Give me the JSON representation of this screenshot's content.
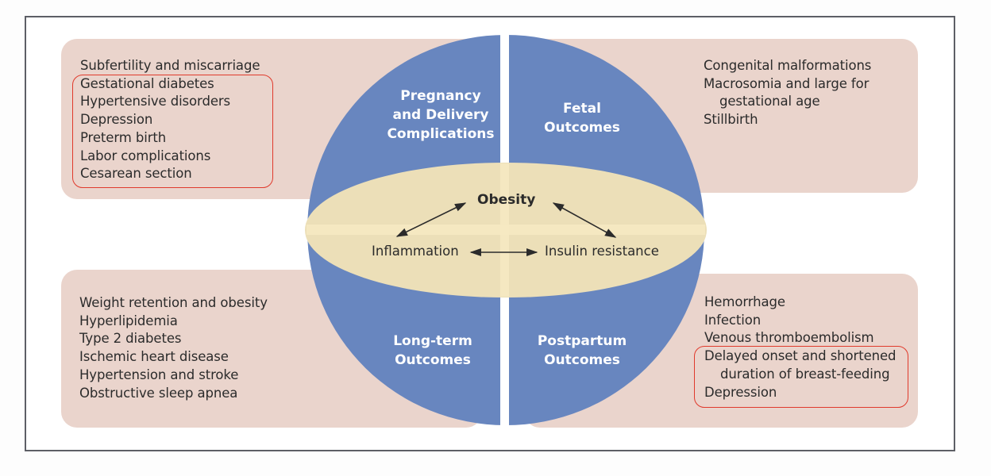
{
  "colors": {
    "panel": "#ead4cc",
    "quadrant": "#6886bf",
    "ellipse": "#ecdfb8",
    "ellipse_band": "#f6e9c2",
    "highlight_box": "#e03a2c",
    "text": "#2b2b2b",
    "frame": "#5d5f66"
  },
  "center": {
    "label": "Obesity",
    "mechanisms": {
      "inflammation": "Inflammation",
      "insulin_resistance": "Insulin resistance"
    },
    "arrows": [
      {
        "from": "Obesity",
        "to": "Inflammation",
        "bidirectional": true
      },
      {
        "from": "Obesity",
        "to": "Insulin resistance",
        "bidirectional": true
      },
      {
        "from": "Inflammation",
        "to": "Insulin resistance",
        "bidirectional": true
      }
    ]
  },
  "quadrants": {
    "top_left": {
      "title_lines": [
        "Pregnancy",
        "and Delivery",
        "Complications"
      ],
      "items": [
        {
          "text": "Subfertility and miscarriage",
          "highlighted": false
        },
        {
          "text": "Gestational diabetes",
          "highlighted": true
        },
        {
          "text": "Hypertensive disorders",
          "highlighted": true
        },
        {
          "text": "Depression",
          "highlighted": true
        },
        {
          "text": "Preterm birth",
          "highlighted": true
        },
        {
          "text": "Labor complications",
          "highlighted": true
        },
        {
          "text": "Cesarean section",
          "highlighted": true
        }
      ]
    },
    "top_right": {
      "title_lines": [
        "Fetal",
        "Outcomes"
      ],
      "items": [
        {
          "text": "Congenital malformations",
          "highlighted": false
        },
        {
          "text": "Macrosomia and large for",
          "highlighted": false
        },
        {
          "text": "gestational age",
          "highlighted": false,
          "continuation": true
        },
        {
          "text": "Stillbirth",
          "highlighted": false
        }
      ]
    },
    "bottom_left": {
      "title_lines": [
        "Long-term",
        "Outcomes"
      ],
      "items": [
        {
          "text": "Weight retention and obesity",
          "highlighted": false
        },
        {
          "text": "Hyperlipidemia",
          "highlighted": false
        },
        {
          "text": "Type 2 diabetes",
          "highlighted": false
        },
        {
          "text": "Ischemic heart disease",
          "highlighted": false
        },
        {
          "text": "Hypertension and stroke",
          "highlighted": false
        },
        {
          "text": "Obstructive sleep apnea",
          "highlighted": false
        }
      ]
    },
    "bottom_right": {
      "title_lines": [
        "Postpartum",
        "Outcomes"
      ],
      "items": [
        {
          "text": "Hemorrhage",
          "highlighted": false
        },
        {
          "text": "Infection",
          "highlighted": false
        },
        {
          "text": "Venous thromboembolism",
          "highlighted": false
        },
        {
          "text": "Delayed onset and shortened",
          "highlighted": true
        },
        {
          "text": "duration of breast-feeding",
          "highlighted": true,
          "continuation": true
        },
        {
          "text": "Depression",
          "highlighted": true
        }
      ]
    }
  }
}
